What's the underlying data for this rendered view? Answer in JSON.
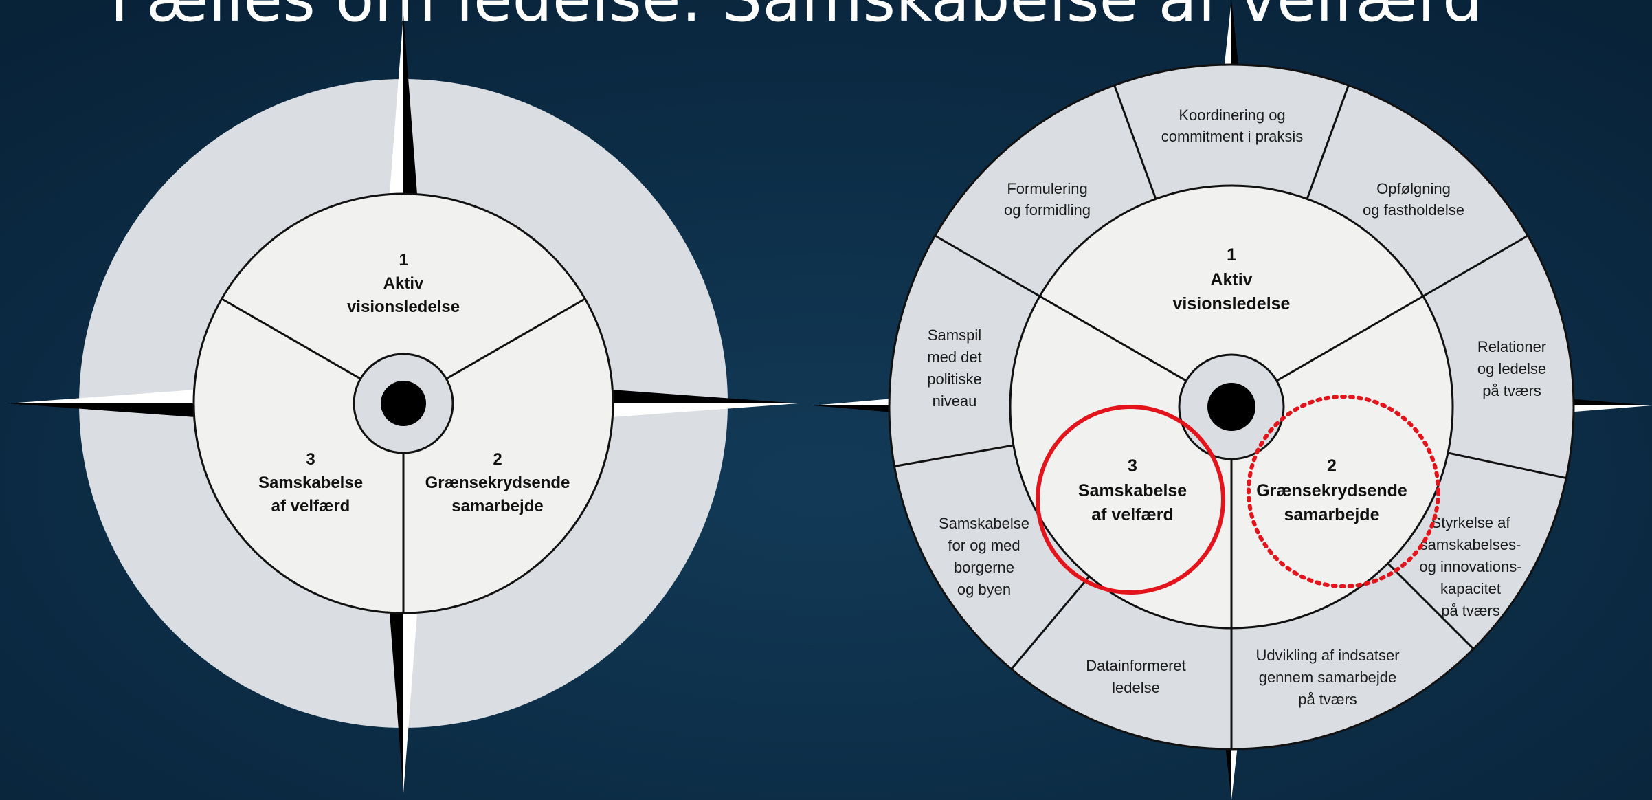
{
  "slide": {
    "title": "Fælles om ledelse: Samskabelse af velfærd",
    "background_color": "#0b2b44"
  },
  "left_compass": {
    "segments": [
      {
        "number": "1",
        "lines": [
          "Aktiv",
          "visionsledelse"
        ]
      },
      {
        "number": "2",
        "lines": [
          "Grænsekrydsende",
          "samarbejde"
        ]
      },
      {
        "number": "3",
        "lines": [
          "Samskabelse",
          "af velfærd"
        ]
      }
    ]
  },
  "right_compass": {
    "segments": [
      {
        "number": "1",
        "lines": [
          "Aktiv",
          "visionsledelse"
        ]
      },
      {
        "number": "2",
        "lines": [
          "Grænsekrydsende",
          "samarbejde"
        ]
      },
      {
        "number": "3",
        "lines": [
          "Samskabelse",
          "af velfærd"
        ]
      }
    ],
    "outer_ring": [
      {
        "lines": [
          "Koordinering og",
          "commitment i praksis"
        ]
      },
      {
        "lines": [
          "Opfølgning",
          "og fastholdelse"
        ]
      },
      {
        "lines": [
          "Relationer",
          "og ledelse",
          "på tværs"
        ]
      },
      {
        "lines": [
          "Styrkelse af",
          "samskabelses-",
          "og innovations-",
          "kapacitet",
          "på tværs"
        ]
      },
      {
        "lines": [
          "Udvikling af indsatser",
          "gennem samarbejde",
          "på tværs"
        ]
      },
      {
        "lines": [
          "Datainformeret",
          "ledelse"
        ]
      },
      {
        "lines": [
          "Samskabelse",
          "for og med",
          "borgerne",
          "og byen"
        ]
      },
      {
        "lines": [
          "Samspil",
          "med det",
          "politiske",
          "niveau"
        ]
      },
      {
        "lines": [
          "Formulering",
          "og formidling"
        ]
      }
    ],
    "highlights": [
      {
        "target": "3 Samskabelse af velfærd",
        "style": "solid",
        "color": "#e3141b"
      },
      {
        "target": "2 Grænsekrydsende samarbejde",
        "style": "dotted",
        "color": "#e3141b"
      }
    ]
  }
}
